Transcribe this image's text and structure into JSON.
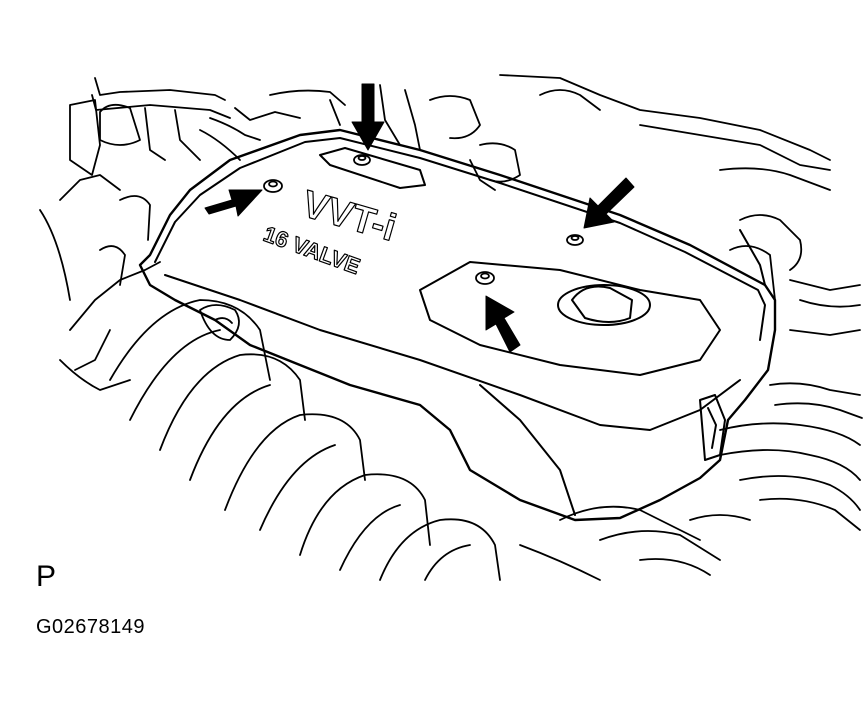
{
  "cover": {
    "emblem_line1": "VVT-i",
    "emblem_line2": "16 VALVE"
  },
  "view_label": "P",
  "figure_id": "G02678149",
  "colors": {
    "ink": "#000000",
    "paper": "#ffffff"
  },
  "arrows": [
    {
      "name": "arrow-top-center",
      "direction": "down"
    },
    {
      "name": "arrow-left-nut",
      "direction": "right"
    },
    {
      "name": "arrow-right-nut",
      "direction": "down-left"
    },
    {
      "name": "arrow-center-nut",
      "direction": "up-left"
    }
  ]
}
